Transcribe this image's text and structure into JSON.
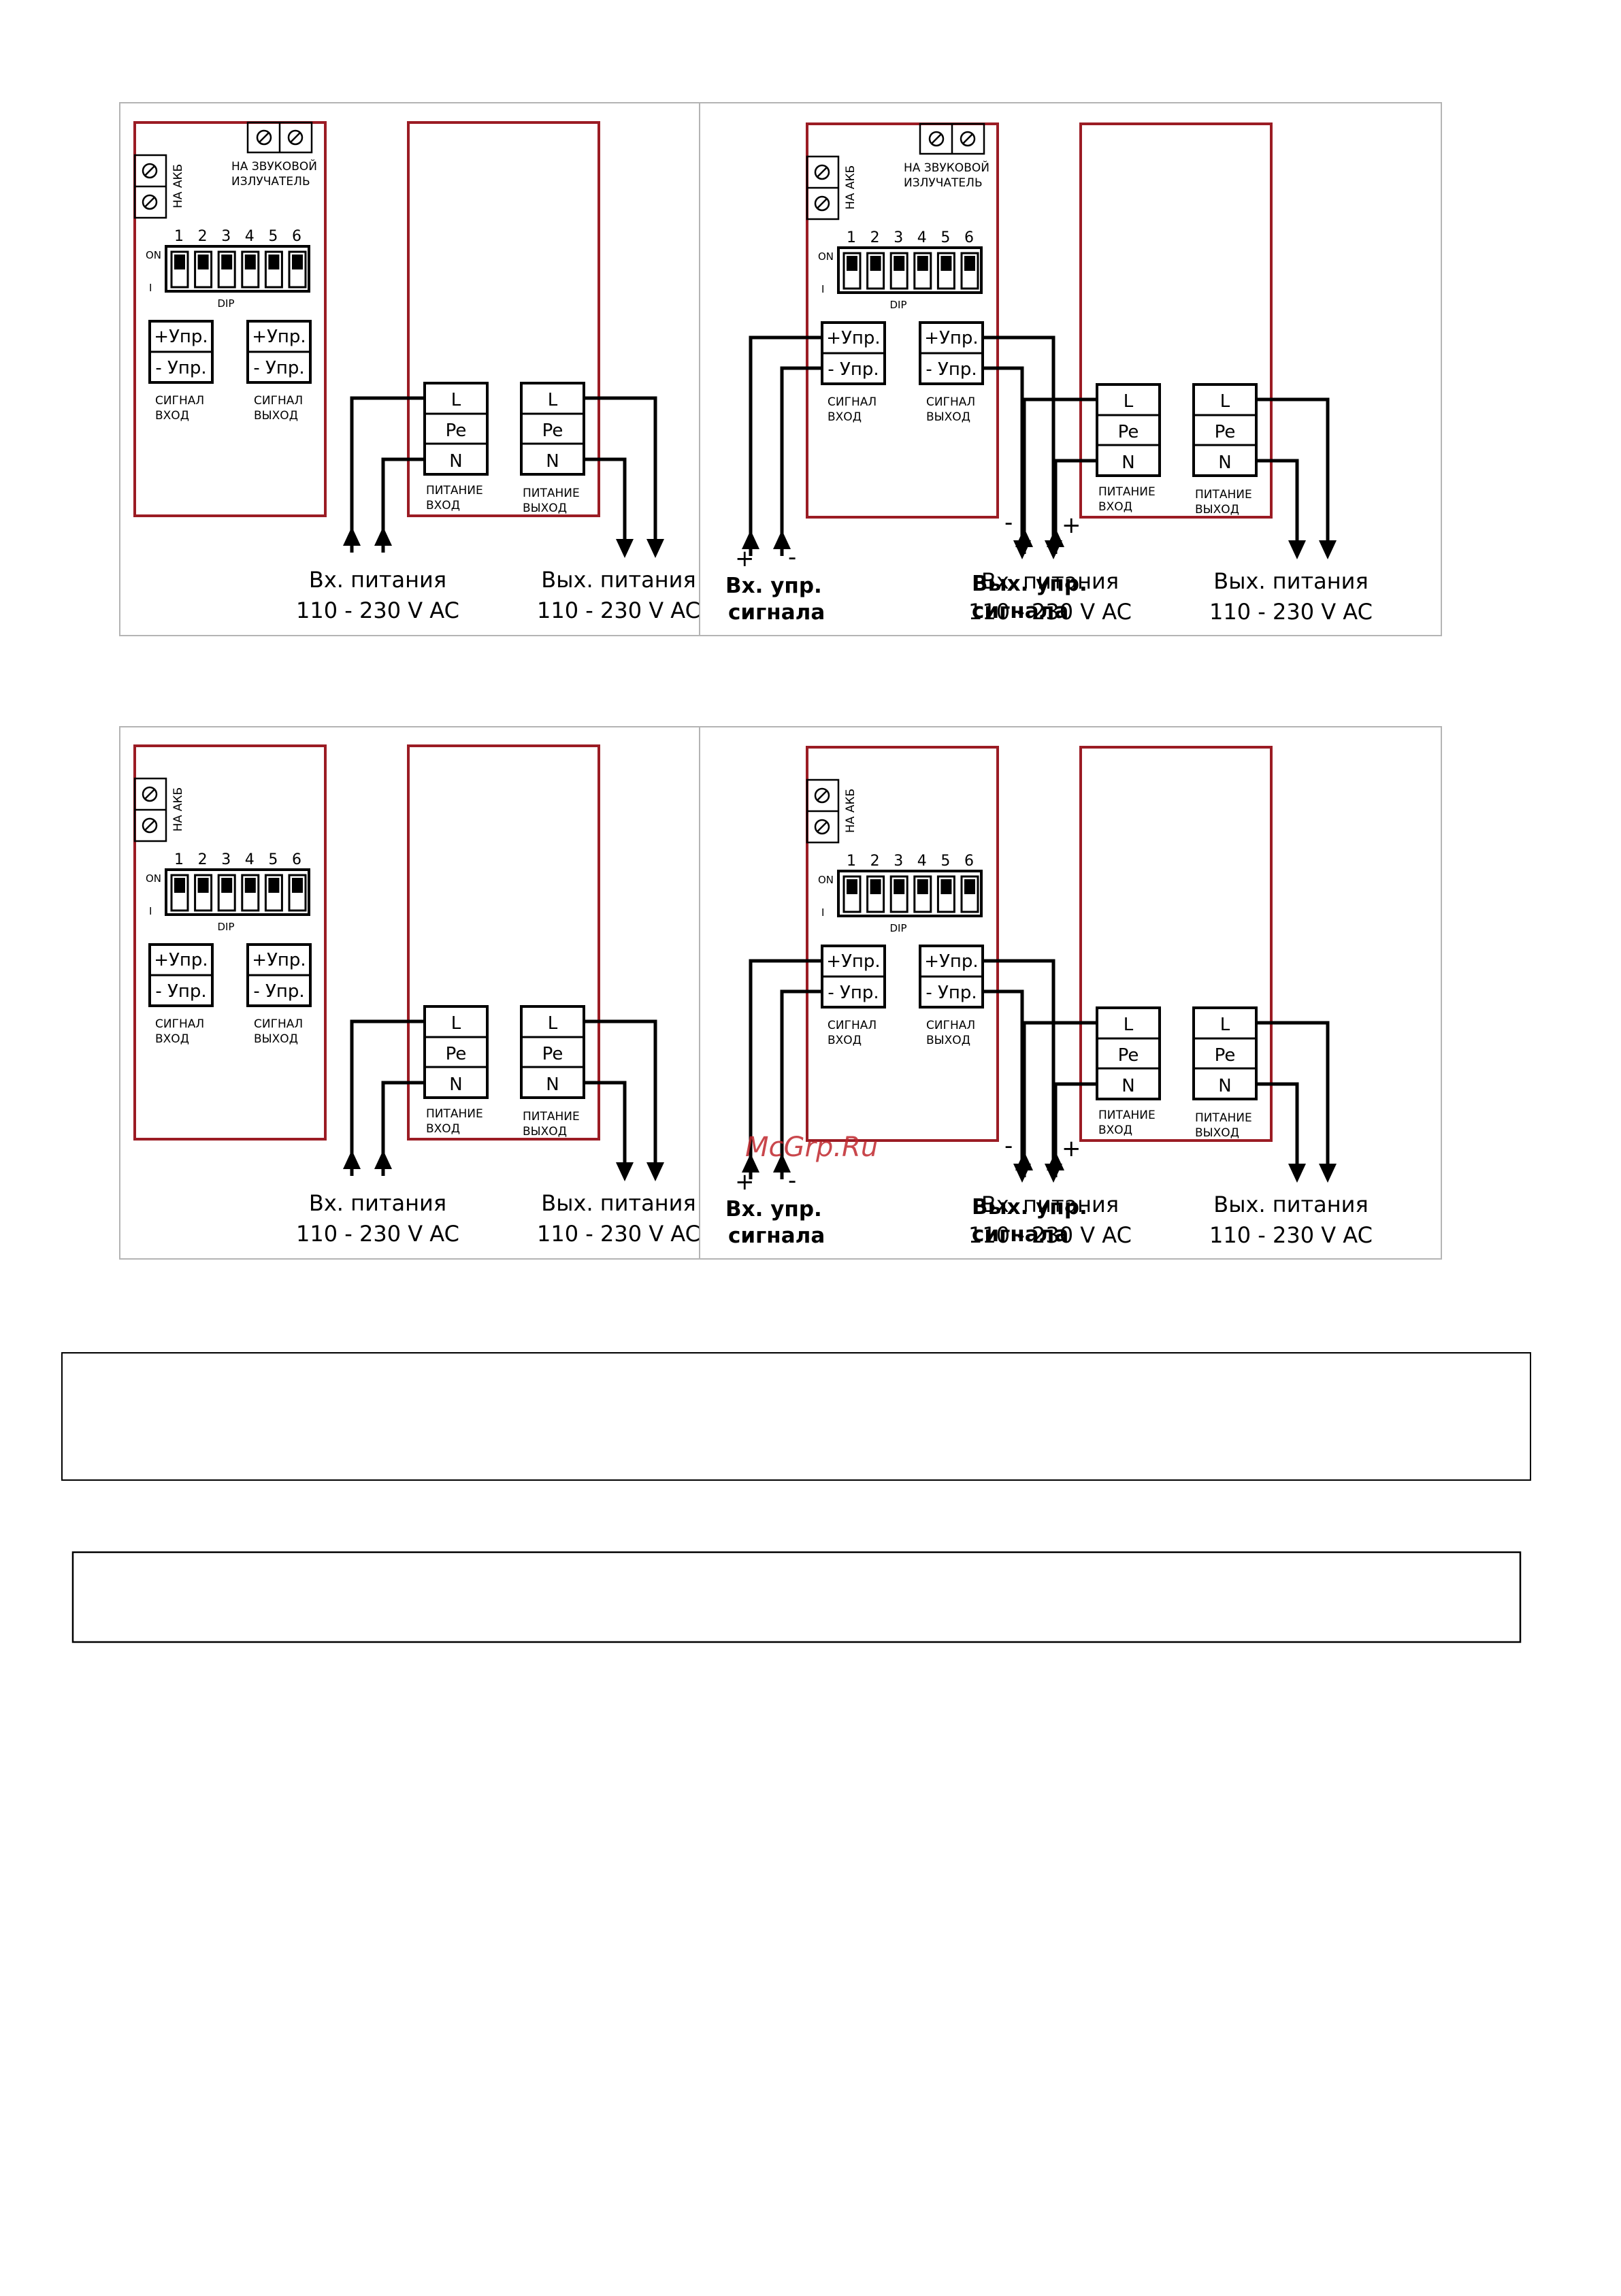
{
  "labels": {
    "akb": "НА АКБ",
    "buzzer_1": "НА ЗВУКОВОЙ",
    "buzzer_2": "ИЗЛУЧАТЕЛЬ",
    "on": "ON",
    "off": "I",
    "dip": "DIP",
    "dip_numbers": [
      "1",
      "2",
      "3",
      "4",
      "5",
      "6"
    ],
    "plus_upr": "+Упр.",
    "minus_upr": "- Упр.",
    "signal_in_1": "СИГНАЛ",
    "signal_in_2": "ВХОД",
    "signal_out_1": "СИГНАЛ",
    "signal_out_2": "ВЫХОД",
    "power_in_1": "ПИТАНИЕ",
    "power_in_2": "ВХОД",
    "power_out_1": "ПИТАНИЕ",
    "power_out_2": "ВЫХОД",
    "term_l": "L",
    "term_pe": "Pe",
    "term_n": "N",
    "vx_pitaniya": "Вх. питания",
    "vyx_pitaniya": "Вых. питания",
    "voltage": "110 - 230 V AC",
    "vx_upr": "Вх. упр.",
    "vyx_upr": "Вых. упр.",
    "signala": "сигнала",
    "plus": "+",
    "minus": "-"
  },
  "watermark": "McGrp.Ru",
  "colors": {
    "line": "#000000",
    "housing": "#9b1c24",
    "frame": "#b4b4b4",
    "watermark": "#c0272d"
  },
  "panels": [
    {
      "id": "top-left",
      "buzzer": true,
      "signal_wires": false
    },
    {
      "id": "top-right",
      "buzzer": true,
      "signal_wires": true
    },
    {
      "id": "bottom-left",
      "buzzer": false,
      "signal_wires": false
    },
    {
      "id": "bottom-right",
      "buzzer": false,
      "signal_wires": true
    }
  ]
}
